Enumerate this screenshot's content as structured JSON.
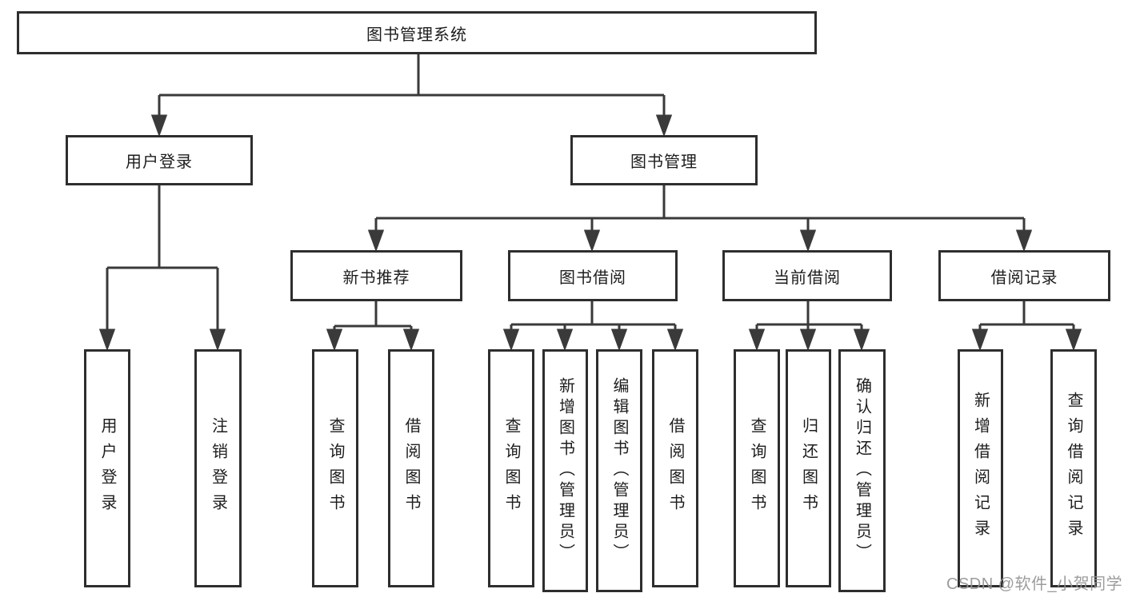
{
  "tree": {
    "root": {
      "label": "图书管理系统"
    },
    "branches": [
      {
        "label": "用户登录",
        "children": [
          {
            "label": "用户登录"
          },
          {
            "label": "注销登录"
          }
        ]
      },
      {
        "label": "图书管理",
        "children": [
          {
            "label": "新书推荐",
            "children": [
              {
                "label": "查询图书"
              },
              {
                "label": "借阅图书"
              }
            ]
          },
          {
            "label": "图书借阅",
            "children": [
              {
                "label": "查询图书"
              },
              {
                "label": "新增图书（管理员）"
              },
              {
                "label": "编辑图书（管理员）"
              },
              {
                "label": "借阅图书"
              }
            ]
          },
          {
            "label": "当前借阅",
            "children": [
              {
                "label": "查询图书"
              },
              {
                "label": "归还图书"
              },
              {
                "label": "确认归还（管理员）"
              }
            ]
          },
          {
            "label": "借阅记录",
            "children": [
              {
                "label": "新增借阅记录"
              },
              {
                "label": "查询借阅记录"
              }
            ]
          }
        ]
      }
    ]
  },
  "watermark": {
    "text": "CSDN @软件_小贺同学"
  },
  "colors": {
    "line": "#3a3a3a",
    "box_border": "#2e2e2e",
    "text": "#1d1d1d",
    "background": "#ffffff",
    "watermark": "#949494"
  }
}
